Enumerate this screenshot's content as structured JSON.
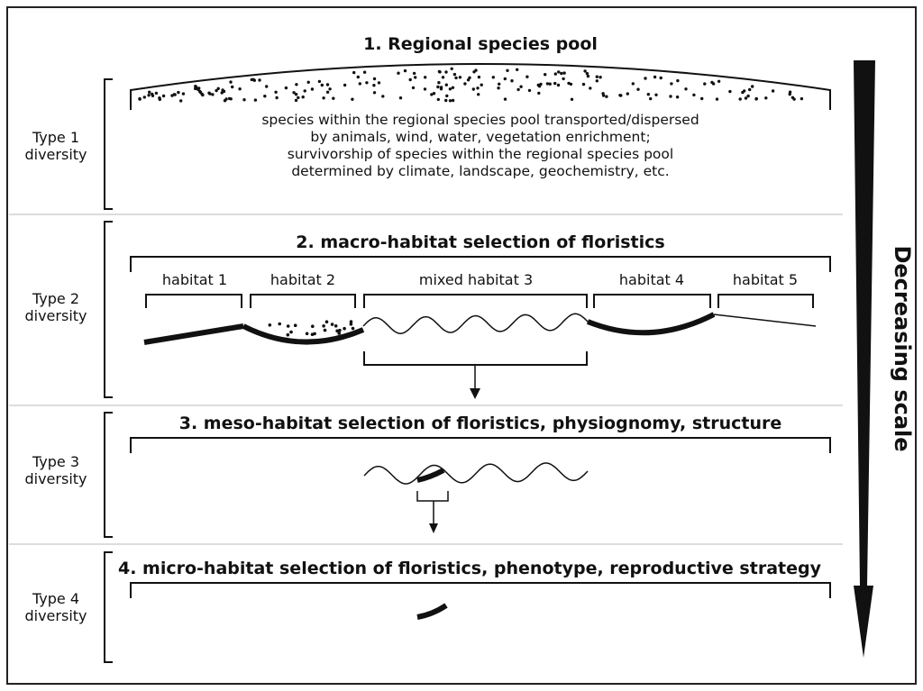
{
  "levels": [
    {
      "title": "1. Regional species pool",
      "type_label": "Type 1",
      "diversity_label": "diversity",
      "description": [
        "species within the regional species pool transported/dispersed",
        "by animals, wind, water, vegetation enrichment;",
        "survivorship of species within the regional species pool",
        "determined by climate, landscape, geochemistry, etc."
      ]
    },
    {
      "title": "2. macro-habitat selection of floristics",
      "type_label": "Type 2",
      "diversity_label": "diversity",
      "habitats": [
        "habitat 1",
        "habitat 2",
        "mixed habitat 3",
        "habitat 4",
        "habitat 5"
      ]
    },
    {
      "title": "3. meso-habitat selection of floristics, physiognomy, structure",
      "type_label": "Type 3",
      "diversity_label": "diversity"
    },
    {
      "title": "4. micro-habitat selection of floristics, phenotype, reproductive strategy",
      "type_label": "Type 4",
      "diversity_label": "diversity"
    }
  ],
  "scale_label": "Decreasing scale"
}
